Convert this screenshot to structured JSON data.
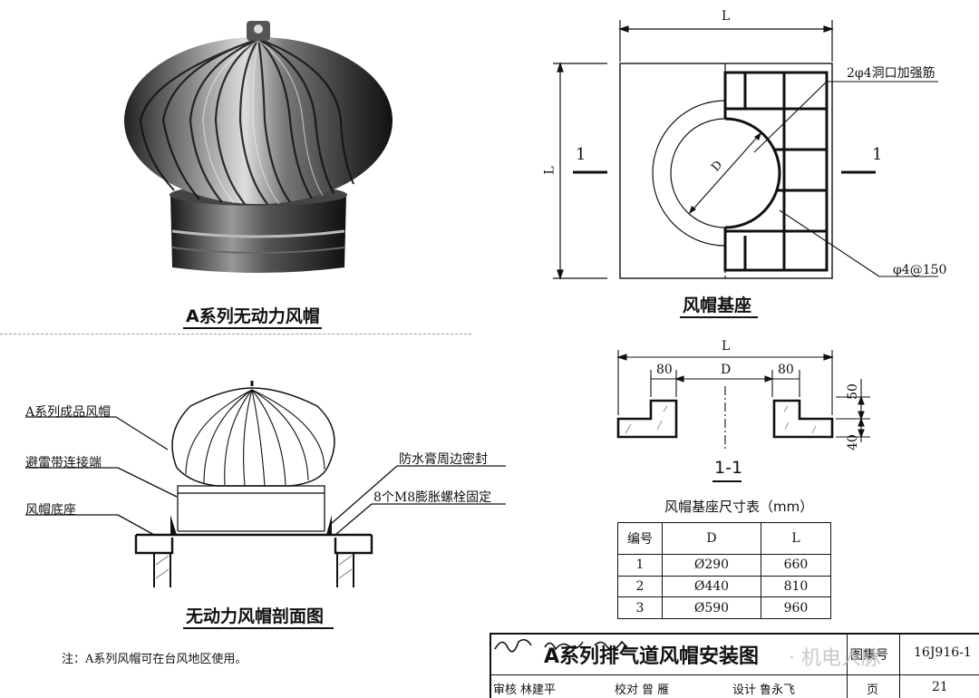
{
  "photo": {
    "caption": "A系列无动力风帽"
  },
  "base_plan": {
    "caption": "风帽基座",
    "dim_top": "L",
    "dim_left": "L",
    "section_left": "1",
    "section_right": "1",
    "diameter": "D",
    "callout_rebar": "2φ4洞口加强筋",
    "callout_mesh": "φ4@150"
  },
  "section_1_1": {
    "caption": "1-1",
    "dim_overall": "L",
    "dim_left": "80",
    "dim_mid": "D",
    "dim_right": "80",
    "dim_h1": "50",
    "dim_h2": "40"
  },
  "section_view": {
    "caption": "无动力风帽剖面图",
    "callouts": {
      "finished_cap": "A系列成品风帽",
      "lightning": "避雷带连接端",
      "cap_base": "风帽底座",
      "sealant": "防水膏周边密封",
      "bolts": "8个M8膨胀螺栓固定"
    }
  },
  "size_table": {
    "title": "风帽基座尺寸表（mm）",
    "headers": [
      "编号",
      "D",
      "L"
    ],
    "rows": [
      [
        "1",
        "Ø290",
        "660"
      ],
      [
        "2",
        "Ø440",
        "810"
      ],
      [
        "3",
        "Ø590",
        "960"
      ]
    ]
  },
  "note": "注：A系列风帽可在台风地区使用。",
  "title_block": {
    "title": "A系列排气道风帽安装图",
    "atlas_label": "图集号",
    "atlas_no": "16J916-1",
    "review_label": "审核",
    "reviewer": "林建平",
    "check_label": "校对",
    "checker": "曾 雁",
    "design_label": "设计",
    "designer": "鲁永飞",
    "page_label": "页",
    "page_no": "21"
  },
  "watermark": "· 机电人脉"
}
